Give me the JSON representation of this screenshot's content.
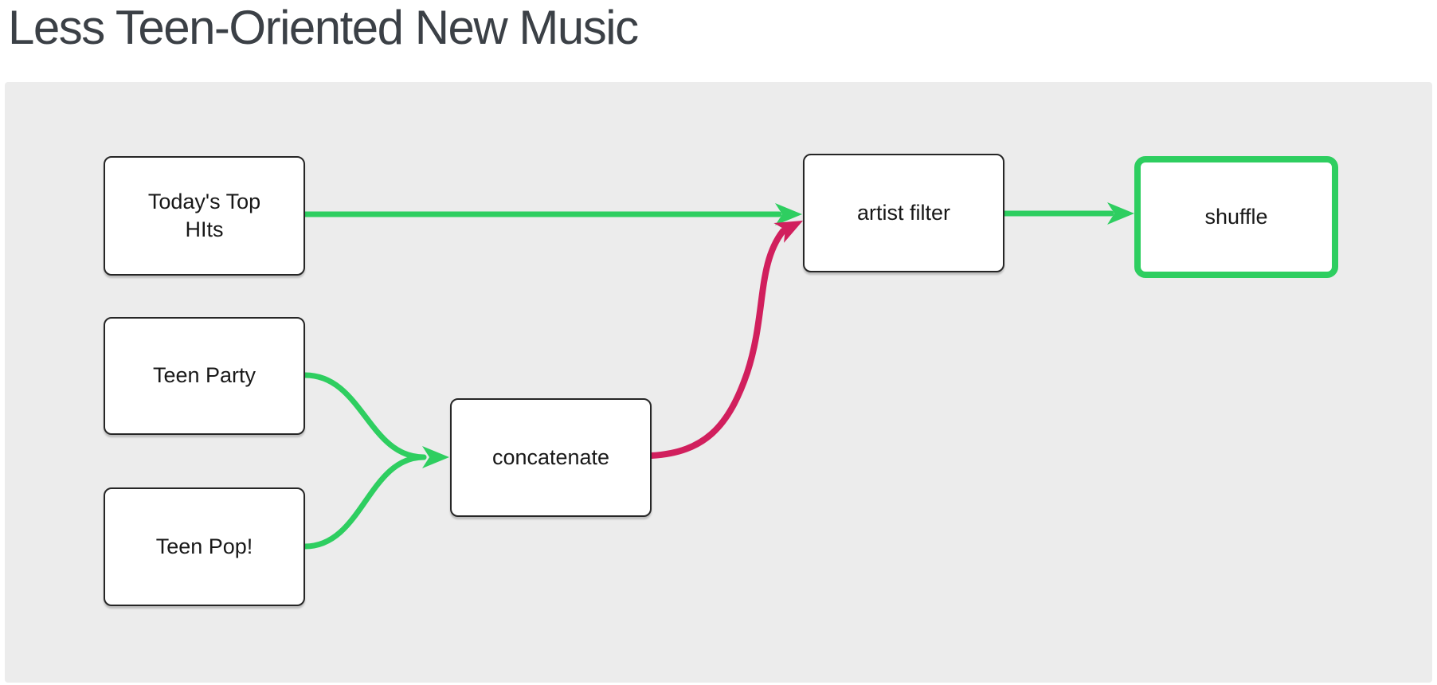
{
  "page": {
    "title": "Less Teen-Oriented New Music"
  },
  "colors": {
    "edge_green": "#2ece60",
    "edge_pink": "#d11f5d",
    "canvas_background": "#ececec",
    "node_background": "#ffffff",
    "node_border": "#262626",
    "node_text": "#181818",
    "selected_node_border": "#2ece60",
    "title_text": "#3b4046"
  },
  "nodes": [
    {
      "id": "todays-top-hits",
      "label": "Today's Top HIts",
      "selected": false
    },
    {
      "id": "teen-party",
      "label": "Teen Party",
      "selected": false
    },
    {
      "id": "teen-pop",
      "label": "Teen Pop!",
      "selected": false
    },
    {
      "id": "concatenate",
      "label": "concatenate",
      "selected": false
    },
    {
      "id": "artist-filter",
      "label": "artist filter",
      "selected": false
    },
    {
      "id": "shuffle",
      "label": "shuffle",
      "selected": true
    }
  ],
  "edges": [
    {
      "from": "todays-top-hits",
      "to": "artist-filter",
      "color": "green"
    },
    {
      "from": "teen-party",
      "to": "concatenate",
      "color": "green"
    },
    {
      "from": "teen-pop",
      "to": "concatenate",
      "color": "green"
    },
    {
      "from": "concatenate",
      "to": "artist-filter",
      "color": "pink"
    },
    {
      "from": "artist-filter",
      "to": "shuffle",
      "color": "green"
    }
  ]
}
